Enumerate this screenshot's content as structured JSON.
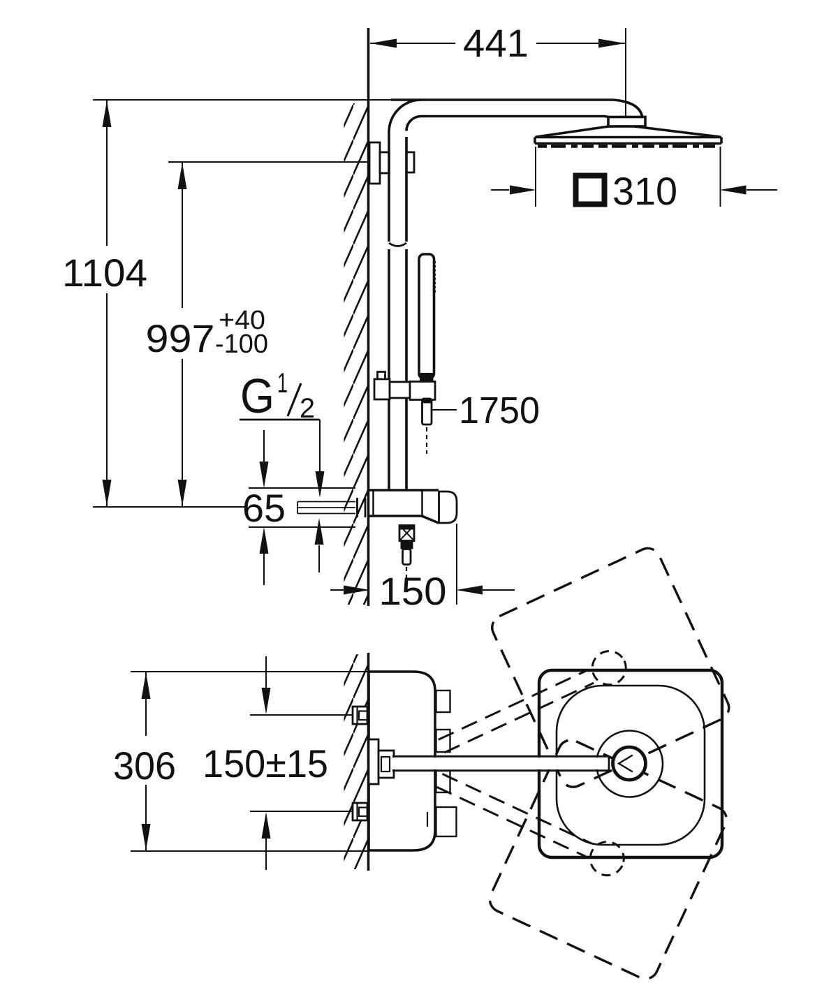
{
  "drawing": {
    "background": "#ffffff",
    "line_color": "#111111",
    "side_view": {
      "dim_arm_width": "441",
      "dim_head_size": "310",
      "dim_total_height": "1104",
      "dim_riser_height": "997",
      "dim_riser_tol_plus": "+40",
      "dim_riser_tol_minus": "-100",
      "thread_letter": "G",
      "thread_numerator": "1",
      "thread_denominator": "2",
      "dim_valve_height": "65",
      "dim_hose_length": "1750",
      "dim_valve_depth": "150"
    },
    "top_view": {
      "dim_body_width": "306",
      "dim_inlet_spacing": "150±15"
    }
  }
}
